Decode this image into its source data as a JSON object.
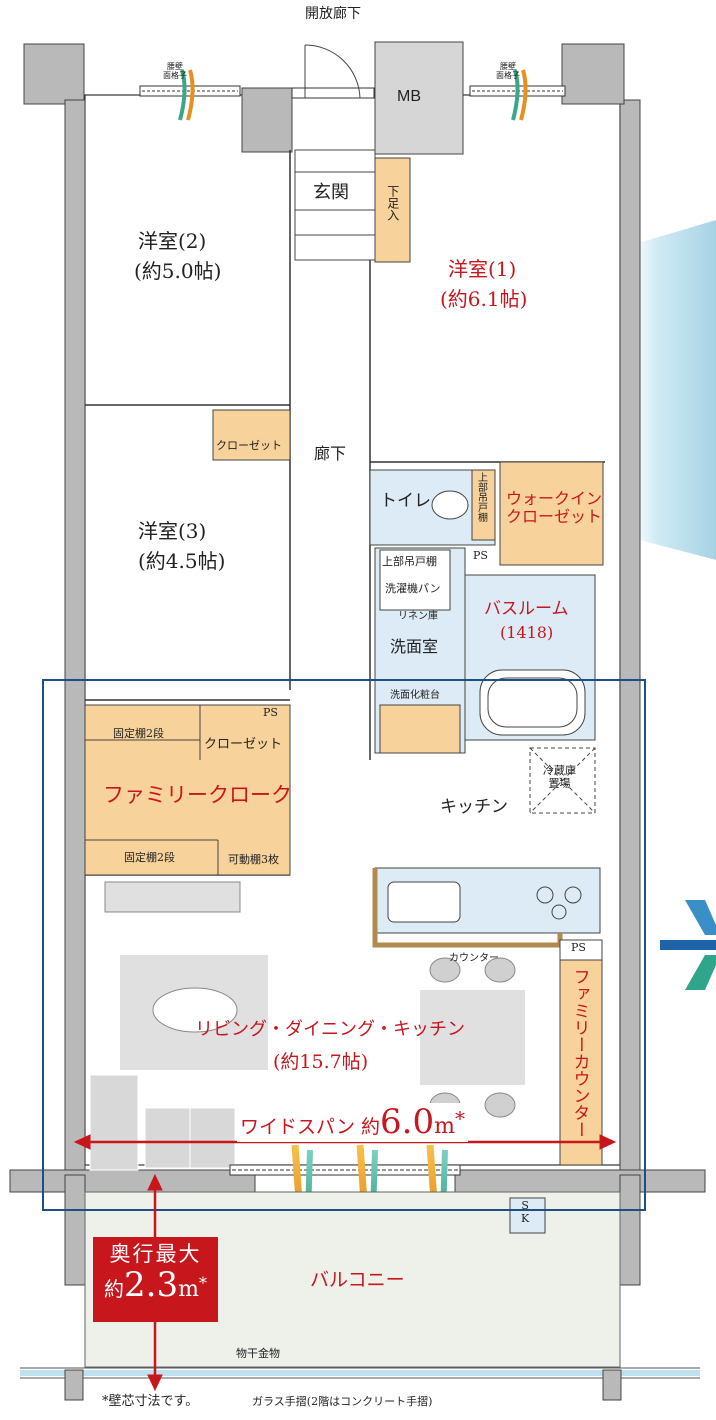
{
  "header": {
    "corridor": "開放廊下"
  },
  "units": {
    "mb": "MB",
    "entrance": "玄関",
    "shoe_storage": "下足入",
    "room2": {
      "name": "洋室(2)",
      "size": "(約5.0帖)"
    },
    "room1": {
      "name": "洋室(1)",
      "size": "(約6.1帖)"
    },
    "room3": {
      "name": "洋室(3)",
      "size": "(約4.5帖)"
    },
    "closet": "クローゼット",
    "closet2": "クローゼット",
    "hallway": "廊下",
    "toilet": "トイレ",
    "upper_cabinet": "上部吊戸棚",
    "upper_cabinet2": "上部吊戸棚",
    "walkin": "ウォークイン\nクローゼット",
    "ps": "PS",
    "washer_pan": "洗濯機パン",
    "linen": "リネン庫",
    "bath": {
      "name": "バスルーム",
      "size": "(1418)"
    },
    "washroom": "洗面室",
    "vanity": "洗面化粧台",
    "fixed_shelf": "固定棚2段",
    "fixed_shelf2": "固定棚2段",
    "family_cloak": "ファミリークローク",
    "movable_shelf": "可動棚3枚",
    "fridge": "冷蔵庫\n置場",
    "kitchen": "キッチン",
    "counter": "カウンター",
    "family_counter": "ファミリーカウンター",
    "ldk": {
      "name": "リビング・ダイニング・キッチン",
      "size": "(約15.7帖)"
    },
    "widespan": {
      "label": "ワイドスパン 約",
      "value": "6.0",
      "unit": "m",
      "mark": "*"
    },
    "depth": {
      "line1": "奥行最大",
      "prefix": "約",
      "value": "2.3",
      "unit": "m",
      "mark": "*"
    },
    "balcony": "バルコニー",
    "sk": "S\nK",
    "laundry_hardware": "物干金物",
    "note": "*壁芯寸法です。",
    "glass_rail": "ガラス手摺(2階はコンクリート手摺)",
    "louver_left": "腰壁\n面格子",
    "louver_right": "腰壁\n面格子"
  },
  "colors": {
    "accent_red": "#c8161d",
    "storage_orange": "#f7d29b",
    "water_blue": "#dcebf5",
    "frame_blue": "#1d4f86",
    "wall_gray": "#b9b9b9"
  }
}
